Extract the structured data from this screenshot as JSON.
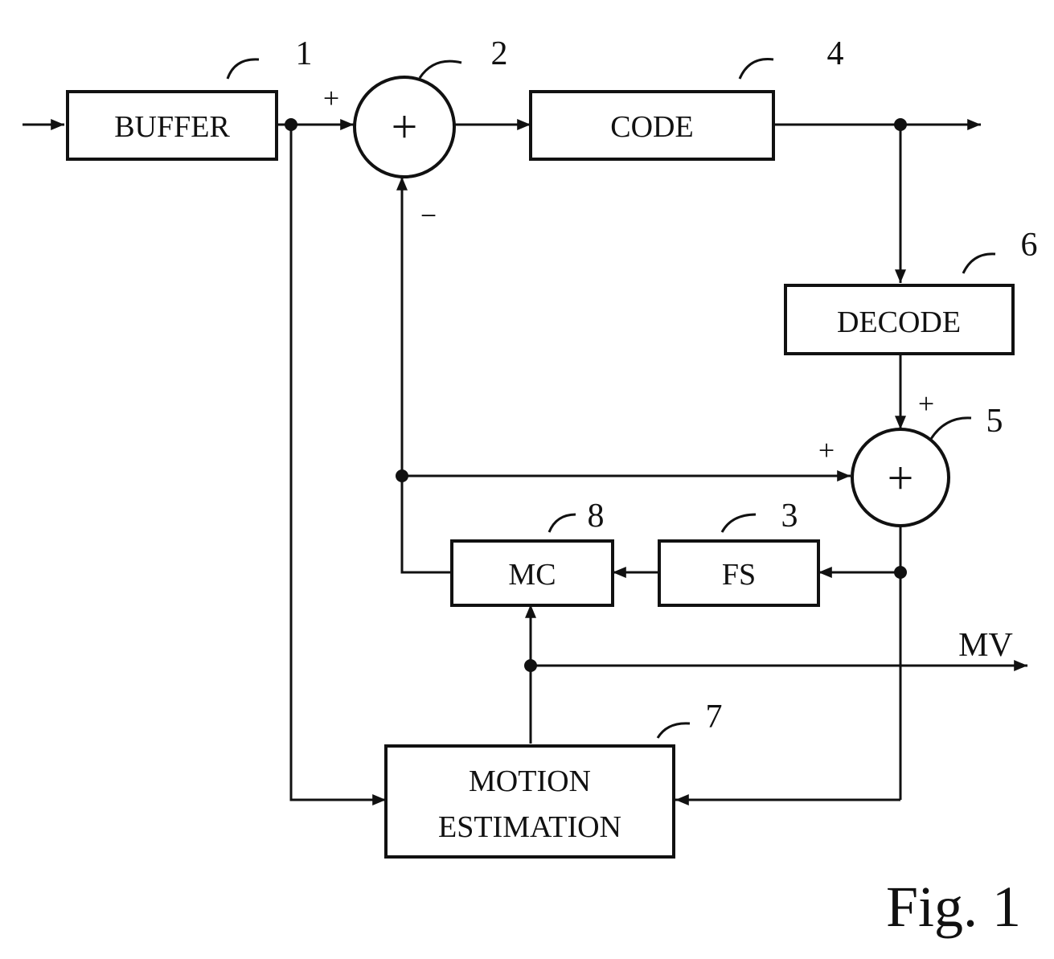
{
  "blocks": {
    "buffer": {
      "label": "BUFFER",
      "ref": "1"
    },
    "code": {
      "label": "CODE",
      "ref": "4"
    },
    "decode": {
      "label": "DECODE",
      "ref": "6"
    },
    "mc": {
      "label": "MC",
      "ref": "8"
    },
    "fs": {
      "label": "FS",
      "ref": "3"
    },
    "motion_estimation": {
      "label_line1": "MOTION",
      "label_line2": "ESTIMATION",
      "ref": "7"
    }
  },
  "summers": {
    "sum2": {
      "symbol": "+",
      "ref": "2",
      "input_top_sign": "+",
      "input_bottom_sign": "−"
    },
    "sum5": {
      "symbol": "+",
      "ref": "5",
      "input_top_sign": "+",
      "input_left_sign": "+"
    }
  },
  "outputs": {
    "mv_label": "MV"
  },
  "figure_label": "Fig. 1"
}
